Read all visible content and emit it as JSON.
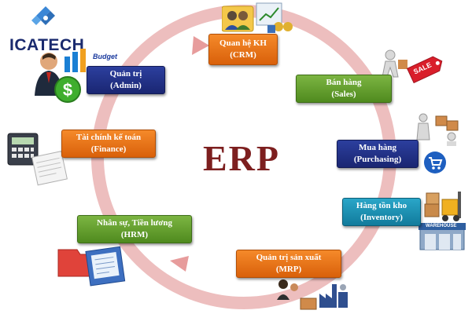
{
  "logo": {
    "text": "ICATECH"
  },
  "center_label": "ERP",
  "modules": {
    "crm": {
      "title": "Quan hệ KH",
      "subtitle": "(CRM)"
    },
    "sales": {
      "title": "Bán hàng",
      "subtitle": "(Sales)"
    },
    "purchasing": {
      "title": "Mua hàng",
      "subtitle": "(Purchasing)"
    },
    "inventory": {
      "title": "Hàng tồn kho",
      "subtitle": "(Inventory)"
    },
    "mrp": {
      "title": "Quản trị sản xuất",
      "subtitle": "(MRP)"
    },
    "hrm": {
      "title": "Nhân sự, Tiền lương",
      "subtitle": "(HRM)"
    },
    "finance": {
      "title": "Tài chính kế toán",
      "subtitle": "(Finance)"
    },
    "admin": {
      "title": "Quản trị",
      "subtitle": "(Admin)"
    }
  },
  "icon_labels": {
    "budget": "Budget",
    "sale": "SALE",
    "warehouse": "WAREHOUSE"
  },
  "colors": {
    "orange_box": "#e8741a",
    "green_box": "#66a030",
    "navy_box": "#22318a",
    "teal_box": "#1b8fb2",
    "cycle_ring": "#e8a0a0",
    "erp_text": "#7d1f1f",
    "logo_text": "#1a2a6e"
  },
  "icons": [
    "logo-mark-icon",
    "crm-people-chart-icon",
    "sales-sale-tag-icon",
    "purchasing-boxes-icon",
    "shopping-cart-icon",
    "inventory-forklift-icon",
    "warehouse-icon",
    "mrp-factory-icon",
    "hrm-folder-document-icon",
    "finance-calculator-icon",
    "admin-businessman-dollar-icon"
  ]
}
